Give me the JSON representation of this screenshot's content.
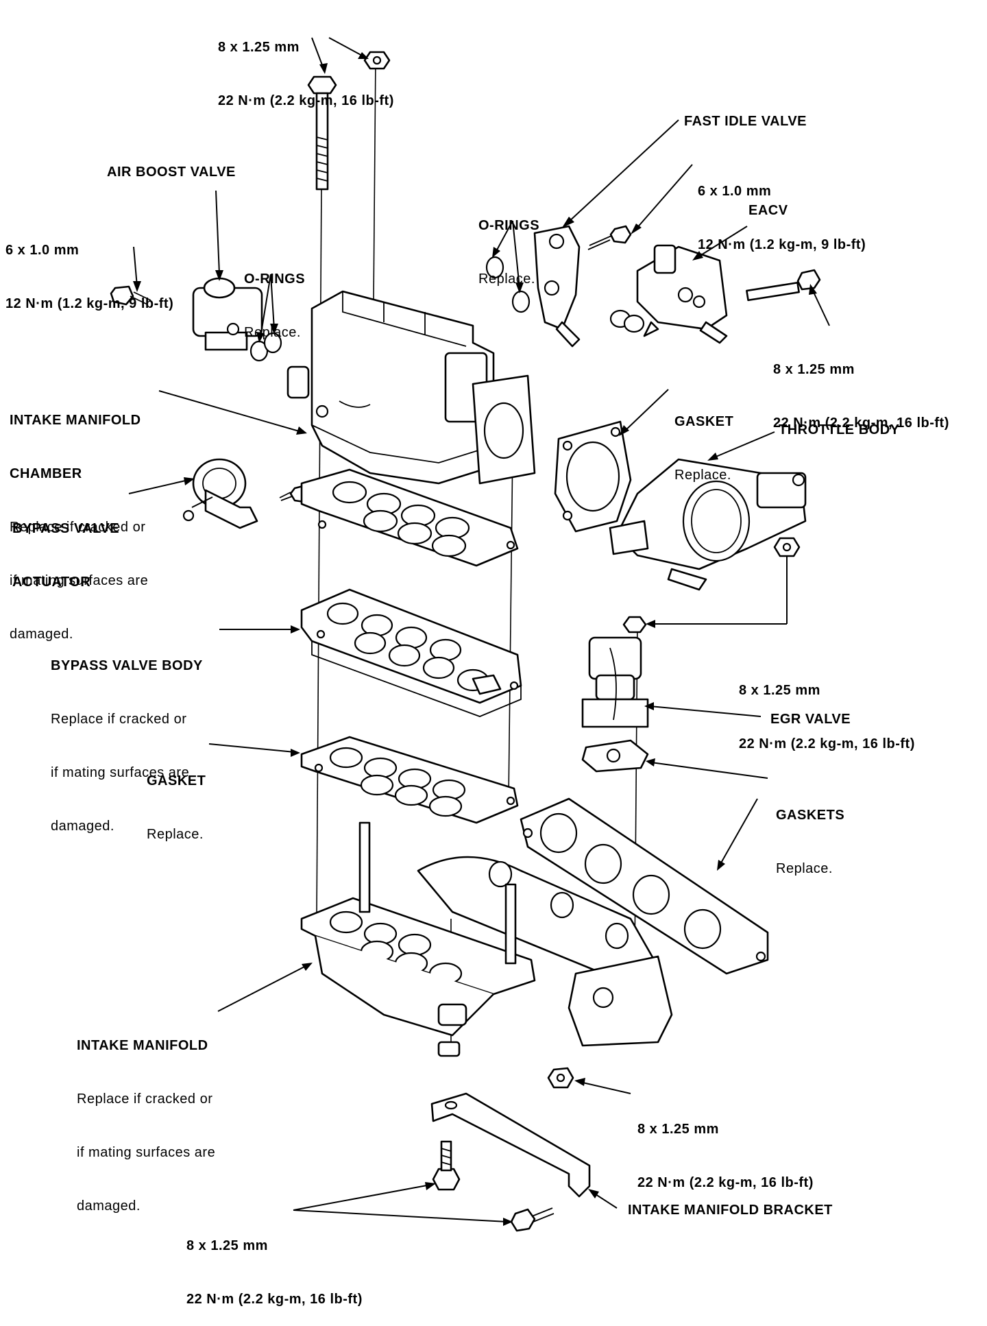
{
  "labels": {
    "top_bolt": {
      "spec": "8 x 1.25 mm",
      "torque": "22 N·m (2.2 kg-m, 16 lb-ft)"
    },
    "fast_idle_valve": {
      "title": "FAST IDLE VALVE"
    },
    "fiv_bolt": {
      "spec": "6 x 1.0 mm",
      "torque": "12 N·m (1.2 kg-m, 9 lb-ft)"
    },
    "air_boost_valve": {
      "title": "AIR BOOST VALVE"
    },
    "oring_right": {
      "title": "O-RINGS",
      "note": "Replace."
    },
    "eacv": {
      "title": "EACV"
    },
    "abv_bolt": {
      "spec": "6 x 1.0 mm",
      "torque": "12 N·m (1.2 kg-m, 9 lb-ft)"
    },
    "oring_left": {
      "title": "O-RINGS",
      "note": "Replace."
    },
    "eacv_bolt": {
      "spec": "8 x 1.25 mm",
      "torque": "22 N·m (2.2 kg-m, 16 lb-ft)"
    },
    "chamber": {
      "title1": "INTAKE MANIFOLD",
      "title2": "CHAMBER",
      "note1": "Replace if cracked or",
      "note2": "if mating surfaces are",
      "note3": "damaged."
    },
    "gasket_tb": {
      "title": "GASKET",
      "note": "Replace."
    },
    "throttle_body": {
      "title": "THROTTLE BODY"
    },
    "bypass_actuator": {
      "title1": "BYPASS VALVE",
      "title2": "ACTUATOR"
    },
    "bypass_body": {
      "title": "BYPASS VALVE BODY",
      "note1": "Replace if cracked or",
      "note2": "if mating surfaces are",
      "note3": "damaged."
    },
    "tb_nut": {
      "spec": "8 x 1.25 mm",
      "torque": "22 N·m (2.2 kg-m, 16 lb-ft)"
    },
    "egr_valve": {
      "title": "EGR VALVE"
    },
    "gasket_mid": {
      "title": "GASKET",
      "note": "Replace."
    },
    "gaskets": {
      "title": "GASKETS",
      "note": "Replace."
    },
    "intake_manifold": {
      "title": "INTAKE MANIFOLD",
      "note1": "Replace if cracked or",
      "note2": "if mating surfaces are",
      "note3": "damaged."
    },
    "manifold_nut": {
      "spec": "8 x 1.25 mm",
      "torque": "22 N·m (2.2 kg-m, 16 lb-ft)"
    },
    "bracket_bolts": {
      "spec": "8 x 1.25 mm",
      "torque": "22 N·m (2.2 kg-m, 16 lb-ft)"
    },
    "bracket": {
      "title": "INTAKE MANIFOLD BRACKET"
    }
  }
}
